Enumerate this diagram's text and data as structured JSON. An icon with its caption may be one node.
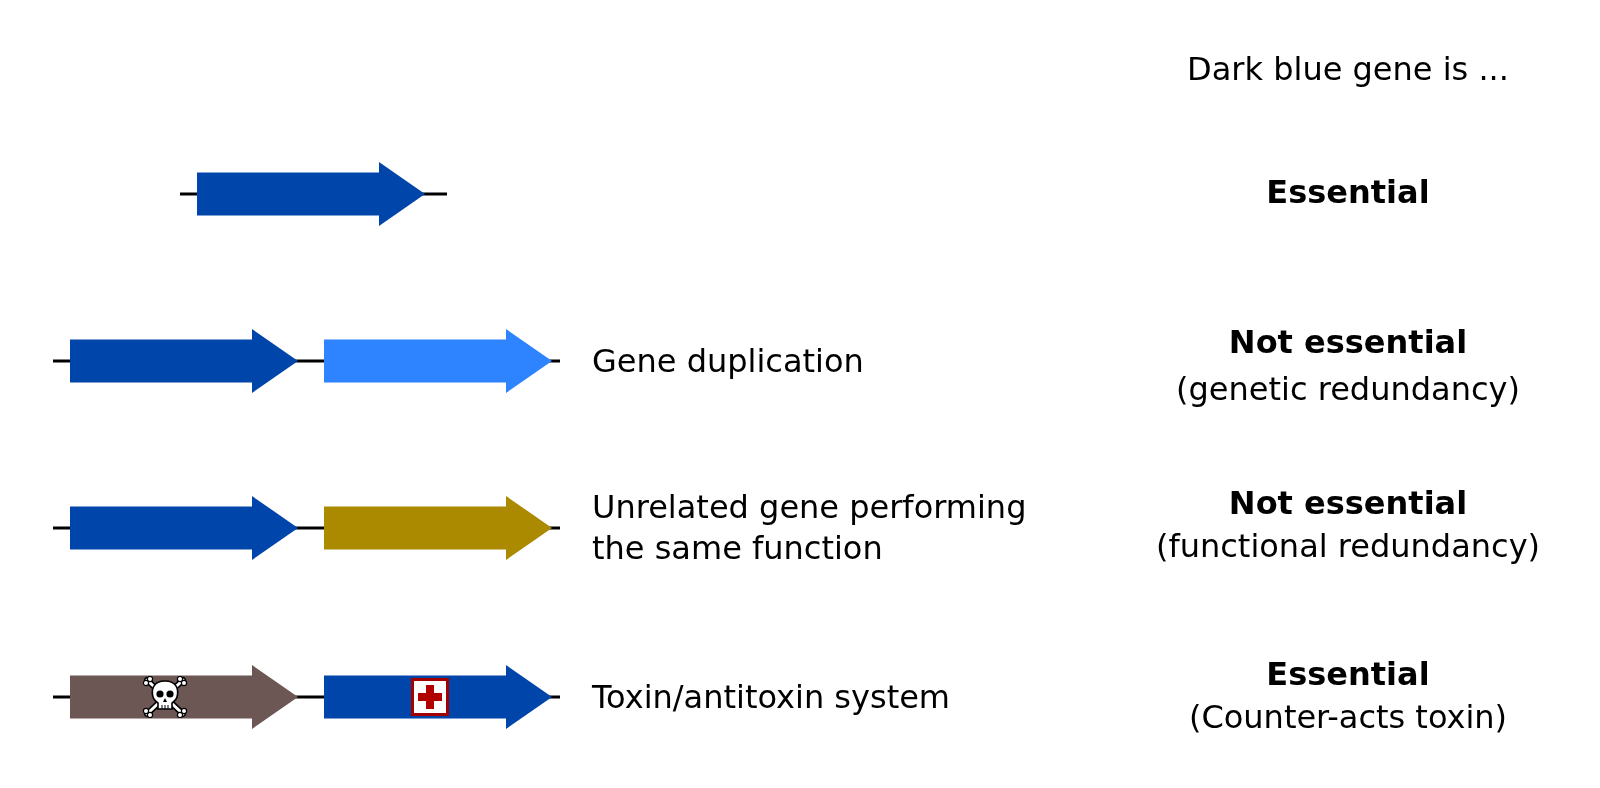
{
  "diagram": {
    "labels": [
      "Dark blue gene is ...",
      "Essential",
      "Gene duplication",
      "Not essential",
      "(genetic redundancy)",
      "Unrelated gene performing the same function",
      "Not essential",
      "(functional redundancy)",
      "Toxin/antitoxin system",
      "Essential",
      "(Counter-acts toxin)"
    ]
  }
}
